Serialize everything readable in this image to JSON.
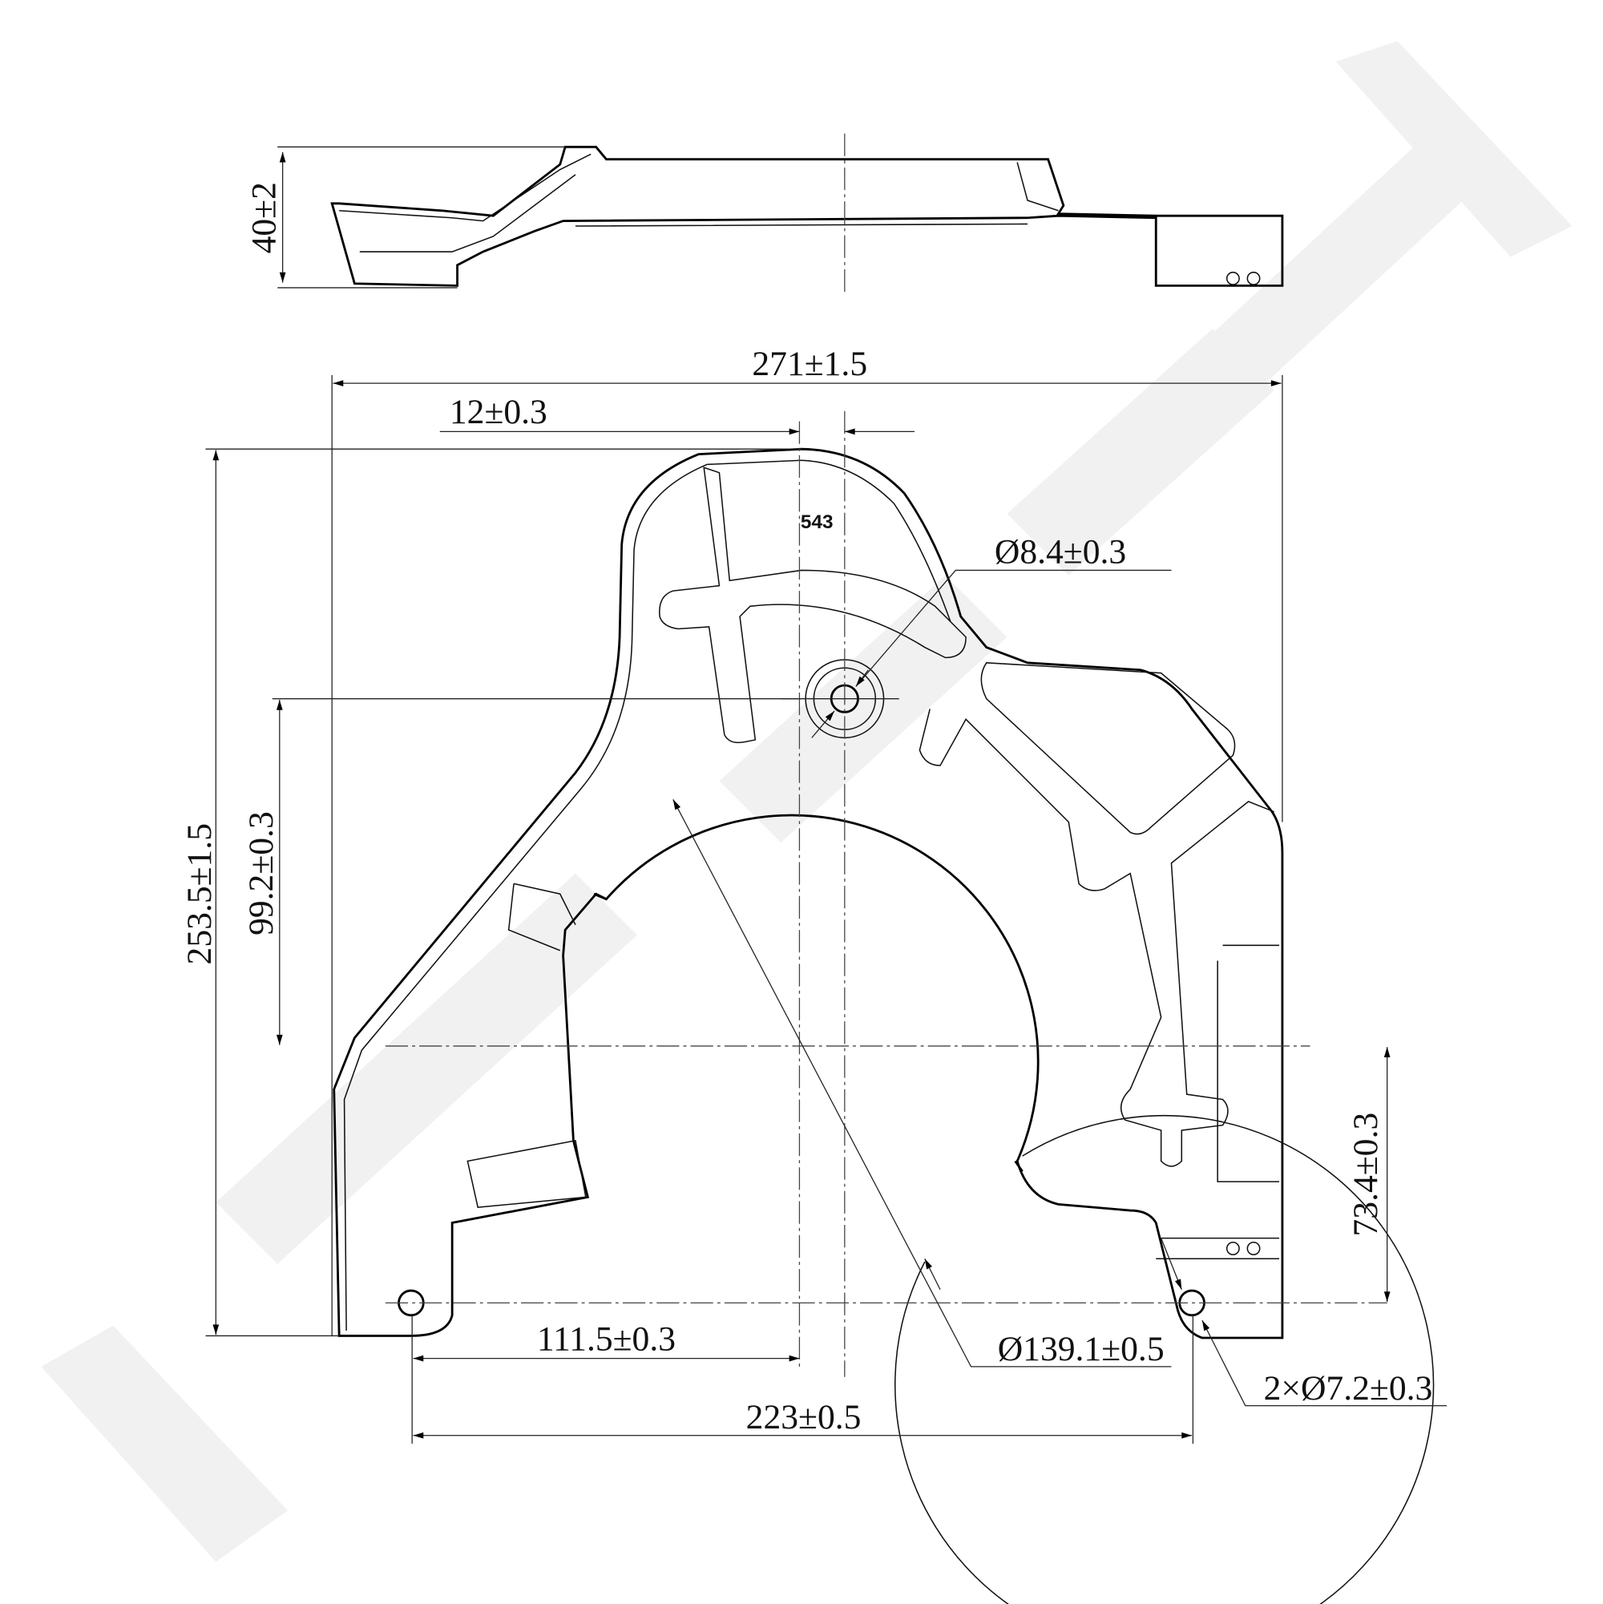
{
  "drawing": {
    "part_number": "543",
    "watermark": "ZENTEK",
    "dimensions": {
      "height_side": "40±2",
      "overall_width": "271±1.5",
      "offset": "12±0.3",
      "overall_height": "253.5±1.5",
      "hole_to_center_v": "99.2±0.3",
      "mount_to_center_v": "73.4±0.3",
      "hole_to_center_h": "111.5±0.3",
      "hole_spacing": "223±0.5",
      "center_hole_dia": "Ø8.4±0.3",
      "bore_dia": "Ø139.1±0.5",
      "mount_hole_dia": "2×Ø7.2±0.3"
    }
  },
  "colors": {
    "line": "#000000",
    "watermark": "#f1f1f1"
  }
}
